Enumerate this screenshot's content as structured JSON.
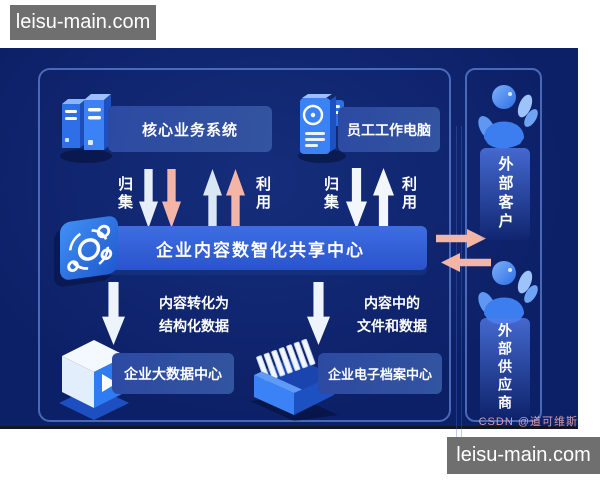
{
  "watermarks": {
    "top_left": "leisu-main.com",
    "bottom_right": "leisu-main.com",
    "csdn_credit": "CSDN @道可维斯"
  },
  "colors": {
    "background_navy": "#0c2067",
    "accent_blue": "#2e7bf2",
    "hub_bar_blue": "#2f5fd8",
    "salmon_pink": "#f4b4a6",
    "light_blue_arrow": "#d9e6f4",
    "white_arrow": "#f3f7fc",
    "frame_border": "#6487dc",
    "watermark_gray": "#6f6f6f"
  },
  "diagram": {
    "sources": [
      {
        "label": "核心业务系统",
        "icon": "server-icon",
        "collect_label": "归集",
        "use_label": "利用"
      },
      {
        "label": "员工工作电脑",
        "icon": "computer-icon",
        "collect_label": "归集",
        "use_label": "利用"
      }
    ],
    "hub": {
      "label": "企业内容数智化共享中心",
      "icon": "share-network-icon"
    },
    "outputs": [
      {
        "label": "企业大数据中心",
        "icon": "cube-icon",
        "flow_line1": "内容转化为",
        "flow_line2": "结构化数据"
      },
      {
        "label": "企业电子档案中心",
        "icon": "archive-icon",
        "flow_line1": "内容中的",
        "flow_line2": "文件和数据"
      }
    ],
    "external_parties": [
      {
        "label": "外部客户",
        "icon": "person-icon"
      },
      {
        "label": "外部供应商",
        "icon": "person-icon"
      }
    ]
  }
}
